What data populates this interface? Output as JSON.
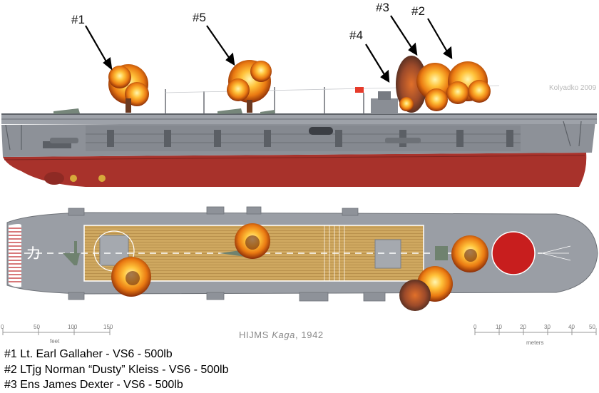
{
  "markers": [
    "#1",
    "#2",
    "#3",
    "#4",
    "#5"
  ],
  "credit": "Kolyadko 2009",
  "caption": {
    "prefix": "HIJMS ",
    "ship": "Kaga",
    "suffix": ", 1942"
  },
  "hull_code": "カ",
  "scale_feet": {
    "unit": "feet",
    "ticks": [
      "0",
      "50",
      "100",
      "150"
    ]
  },
  "scale_meters": {
    "unit": "meters",
    "ticks": [
      "0",
      "10",
      "20",
      "30",
      "40",
      "50"
    ]
  },
  "legend": [
    "#1 Lt. Earl Gallaher - VS6 - 500lb",
    "#2 LTjg Norman “Dusty” Kleiss - VS6 - 500lb",
    "#3 Ens James Dexter - VS6 - 500lb"
  ],
  "colors": {
    "hull_red": "#a8322b",
    "hull_grey": "#8d9198",
    "deck_wood": "#caa45a",
    "deck_grey": "#9a9ea5",
    "hinomaru": "#c81e1e",
    "fire_orange": "#f08a1a"
  }
}
